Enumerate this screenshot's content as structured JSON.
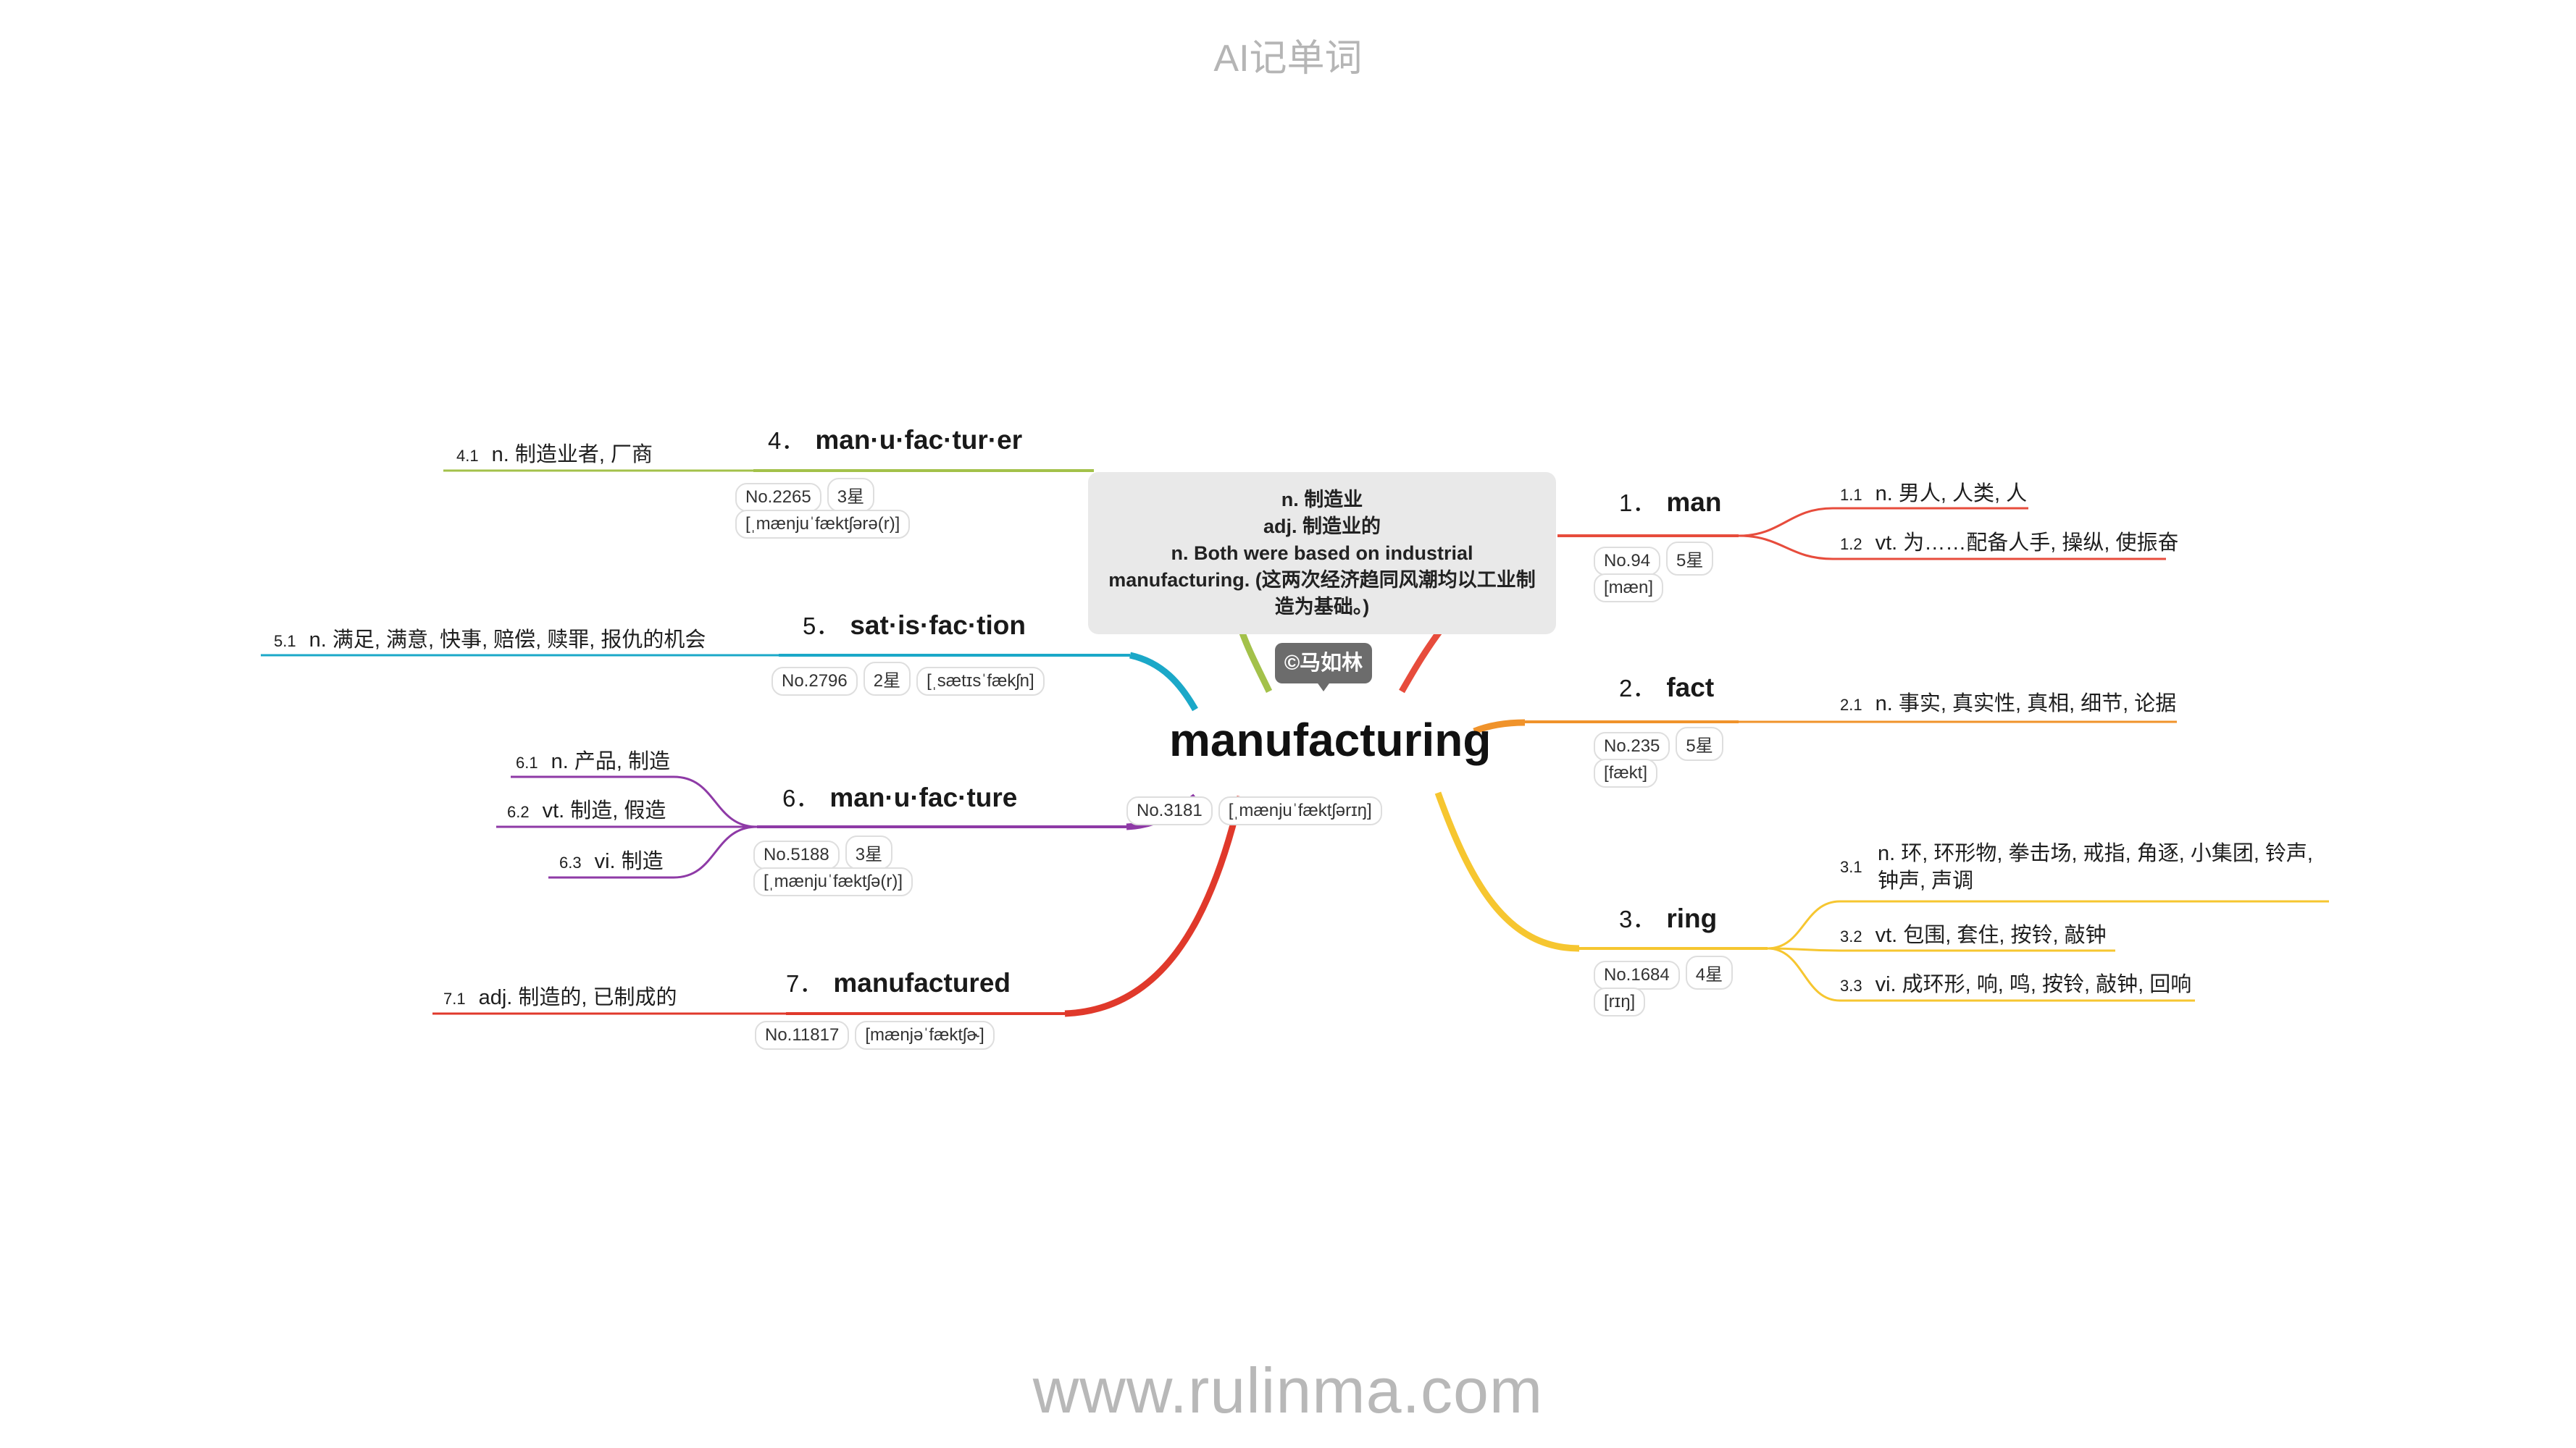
{
  "header": "AI记单词",
  "footer": "www.rulinma.com",
  "center": {
    "word": "manufacturing",
    "no": "No.3181",
    "phonetic": "[ˌmænjuˈfæktʃərɪŋ]",
    "callout": [
      "n. 制造业",
      "adj. 制造业的",
      "n. Both were based on industrial manufacturing. (这两次经济趋同风潮均以工业制造为基础。)"
    ],
    "signature": "©马如林"
  },
  "branches": [
    {
      "idx": "1．",
      "word": "man",
      "no": "No.94",
      "stars": "5星",
      "phonetic": "[mæn]",
      "color": "#e74c3c",
      "defs": [
        {
          "n": "1.1",
          "t": "n. 男人, 人类, 人"
        },
        {
          "n": "1.2",
          "t": "vt. 为……配备人手, 操纵, 使振奋"
        }
      ]
    },
    {
      "idx": "2．",
      "word": "fact",
      "no": "No.235",
      "stars": "5星",
      "phonetic": "[fækt]",
      "color": "#f0932b",
      "defs": [
        {
          "n": "2.1",
          "t": "n. 事实, 真实性, 真相, 细节, 论据"
        }
      ]
    },
    {
      "idx": "3．",
      "word": "ring",
      "no": "No.1684",
      "stars": "4星",
      "phonetic": "[rɪŋ]",
      "color": "#f6c630",
      "defs": [
        {
          "n": "3.1",
          "t": "n. 环, 环形物, 拳击场, 戒指, 角逐, 小集团, 铃声, 钟声, 声调"
        },
        {
          "n": "3.2",
          "t": "vt. 包围, 套住, 按铃, 敲钟"
        },
        {
          "n": "3.3",
          "t": "vi. 成环形, 响, 鸣, 按铃, 敲钟, 回响"
        }
      ]
    },
    {
      "idx": "4．",
      "word": "man·u·fac·tur·er",
      "no": "No.2265",
      "stars": "3星",
      "phonetic": "[ˌmænjuˈfæktʃərə(r)]",
      "color": "#a3c14a",
      "defs": [
        {
          "n": "4.1",
          "t": "n. 制造业者, 厂商"
        }
      ]
    },
    {
      "idx": "5．",
      "word": "sat·is·fac·tion",
      "no": "No.2796",
      "stars": "2星",
      "phonetic": "[ˌsætɪsˈfækʃn]",
      "color": "#1ba8c8",
      "defs": [
        {
          "n": "5.1",
          "t": "n. 满足, 满意, 快事, 赔偿, 赎罪, 报仇的机会"
        }
      ]
    },
    {
      "idx": "6．",
      "word": "man·u·fac·ture",
      "no": "No.5188",
      "stars": "3星",
      "phonetic": "[ˌmænjuˈfæktʃə(r)]",
      "color": "#8e3aa6",
      "defs": [
        {
          "n": "6.1",
          "t": "n. 产品, 制造"
        },
        {
          "n": "6.2",
          "t": "vt. 制造, 假造"
        },
        {
          "n": "6.3",
          "t": "vi. 制造"
        }
      ]
    },
    {
      "idx": "7．",
      "word": "manufactured",
      "no": "No.11817",
      "stars": "",
      "phonetic": "[mænjəˈfæktʃɚ]",
      "color": "#e0392b",
      "defs": [
        {
          "n": "7.1",
          "t": "adj. 制造的, 已制成的"
        }
      ]
    }
  ]
}
